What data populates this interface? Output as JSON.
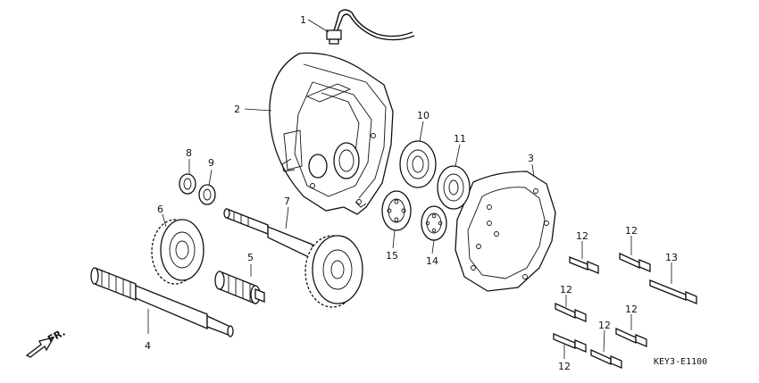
{
  "callouts": {
    "c1": "1",
    "c2": "2",
    "c3": "3",
    "c4": "4",
    "c5": "5",
    "c6": "6",
    "c7": "7",
    "c8": "8",
    "c9": "9",
    "c10": "10",
    "c11": "11",
    "c12a": "12",
    "c12b": "12",
    "c12c": "12",
    "c12d": "12",
    "c12e": "12",
    "c12f": "12",
    "c13": "13",
    "c14": "14",
    "c15": "15"
  },
  "direction_label": "FR.",
  "diagram_code": "KEY3-E1100"
}
